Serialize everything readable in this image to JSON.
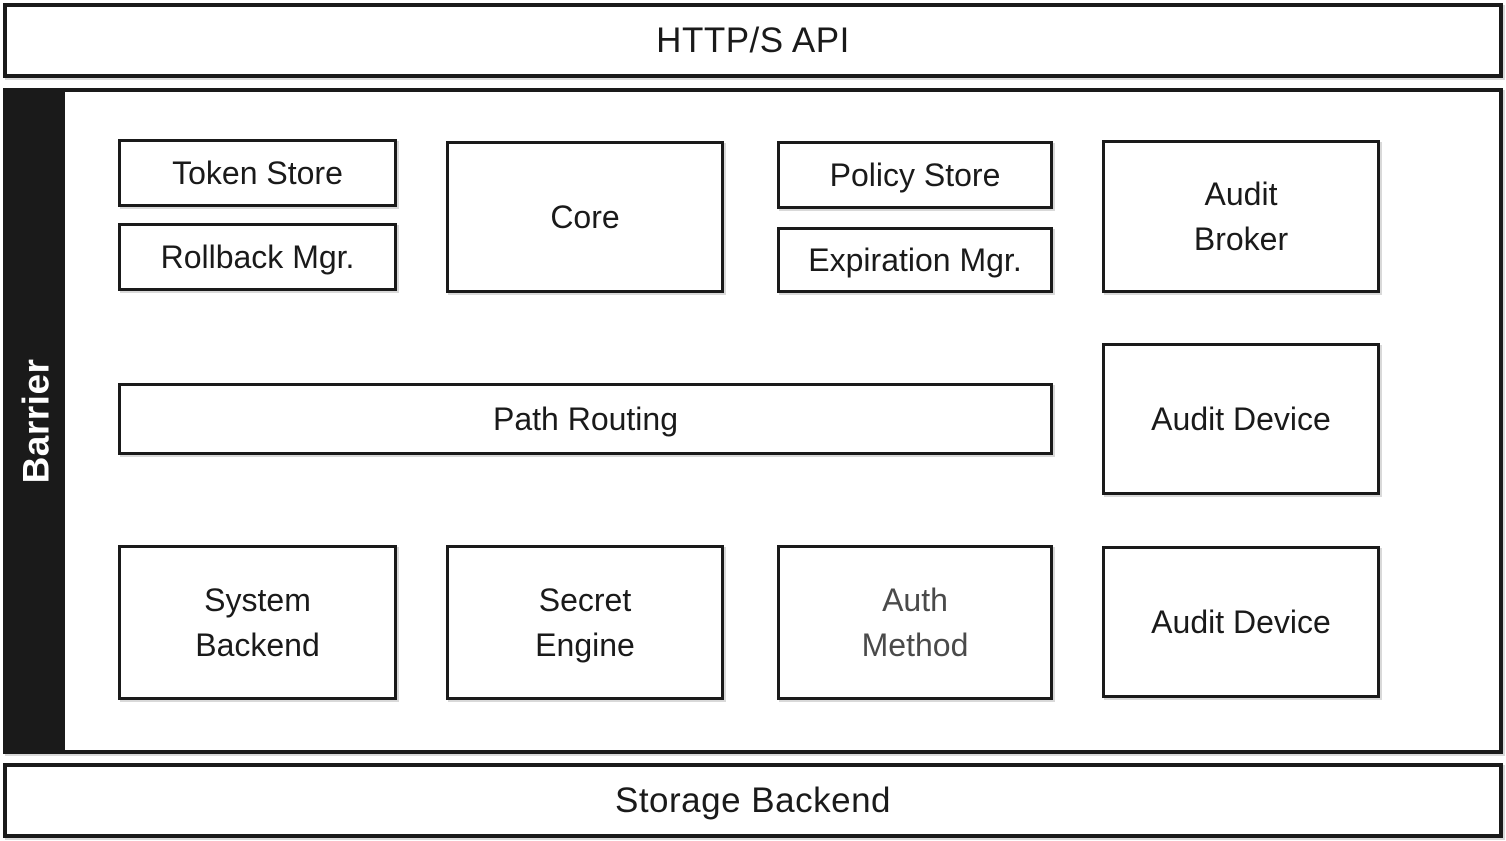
{
  "title_bars": {
    "http_api": "HTTP/S API",
    "barrier": "Barrier",
    "storage_backend": "Storage Backend"
  },
  "boxes": {
    "token_store": "Token Store",
    "rollback_mgr": "Rollback Mgr.",
    "core": "Core",
    "policy_store": "Policy Store",
    "expiration_mgr": "Expiration Mgr.",
    "audit_broker": "Audit\nBroker",
    "path_routing": "Path Routing",
    "audit_device_top": "Audit Device",
    "system_backend": "System\nBackend",
    "secret_engine": "Secret\nEngine",
    "auth_method": "Auth\nMethod",
    "audit_device_bottom": "Audit Device"
  },
  "connections": [
    {
      "from": "core",
      "to": "path_routing"
    },
    {
      "from": "path_routing",
      "to": "system_backend"
    },
    {
      "from": "path_routing",
      "to": "secret_engine"
    },
    {
      "from": "path_routing",
      "to": "auth_method"
    },
    {
      "from": "audit_broker",
      "to": "audit_device_top"
    },
    {
      "from": "audit_broker",
      "to": "audit_device_bottom"
    }
  ],
  "colors": {
    "ink": "#1a1a1a",
    "muted_label": "#4a4a4a",
    "barrier_background": "#1a1a1a",
    "barrier_text": "#ffffff",
    "background": "#ffffff"
  }
}
